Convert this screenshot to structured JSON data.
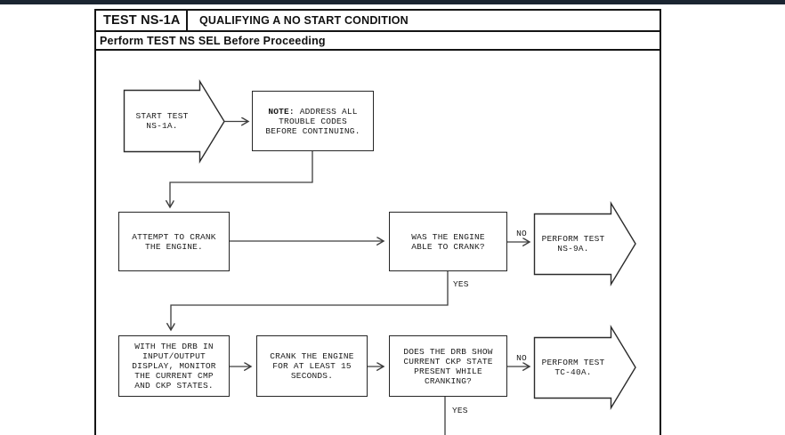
{
  "header": {
    "test_id": "TEST NS-1A",
    "title": "QUALIFYING A NO START CONDITION",
    "subtitle": "Perform TEST NS SEL Before Proceeding"
  },
  "flow": {
    "start_shape": {
      "lines": [
        "START TEST",
        "NS-1A."
      ]
    },
    "note_box": {
      "bold_prefix": "NOTE:",
      "line1_rest": "ADDRESS ALL",
      "lines": [
        "TROUBLE CODES",
        "BEFORE CONTINUING."
      ]
    },
    "attempt_box": {
      "lines": [
        "ATTEMPT TO CRANK",
        "THE ENGINE."
      ]
    },
    "was_box": {
      "lines": [
        "WAS THE ENGINE",
        "ABLE TO CRANK?"
      ]
    },
    "ns9a_shape": {
      "lines": [
        "PERFORM TEST",
        "NS-9A."
      ]
    },
    "drb_box": {
      "lines": [
        "WITH THE DRB IN",
        "INPUT/OUTPUT",
        "DISPLAY, MONITOR",
        "THE CURRENT CMP",
        "AND CKP STATES."
      ]
    },
    "crank_box": {
      "lines": [
        "CRANK THE ENGINE",
        "FOR AT LEAST 15",
        "SECONDS."
      ]
    },
    "does_box": {
      "lines": [
        "DOES THE DRB SHOW",
        "CURRENT CKP STATE",
        "PRESENT WHILE",
        "CRANKING?"
      ]
    },
    "tc40a_shape": {
      "lines": [
        "PERFORM TEST",
        "TC-40A."
      ]
    },
    "labels": {
      "no1": "NO",
      "yes1": "YES",
      "no2": "NO",
      "yes2": "YES"
    }
  },
  "colors": {
    "top_bar": "#1b2531",
    "panel_border": "#141414",
    "box_border": "#262626",
    "connector": "#3d3d3d",
    "text": "#1b1b1b"
  }
}
